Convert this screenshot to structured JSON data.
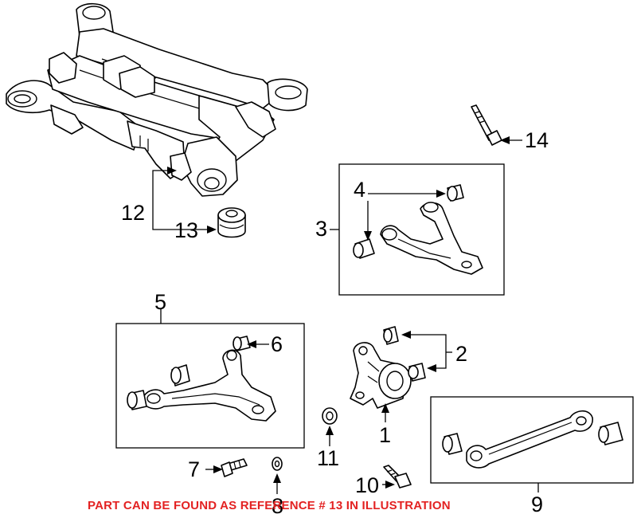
{
  "callouts": {
    "c1": "1",
    "c2": "2",
    "c3": "3",
    "c4": "4",
    "c5": "5",
    "c6": "6",
    "c7": "7",
    "c8": "8",
    "c9": "9",
    "c10": "10",
    "c11": "11",
    "c12": "12",
    "c13": "13",
    "c14": "14"
  },
  "note": "PART CAN BE FOUND AS REFERENCE # 13 IN ILLUSTRATION",
  "colors": {
    "note": "#e32222",
    "line": "#000000"
  }
}
